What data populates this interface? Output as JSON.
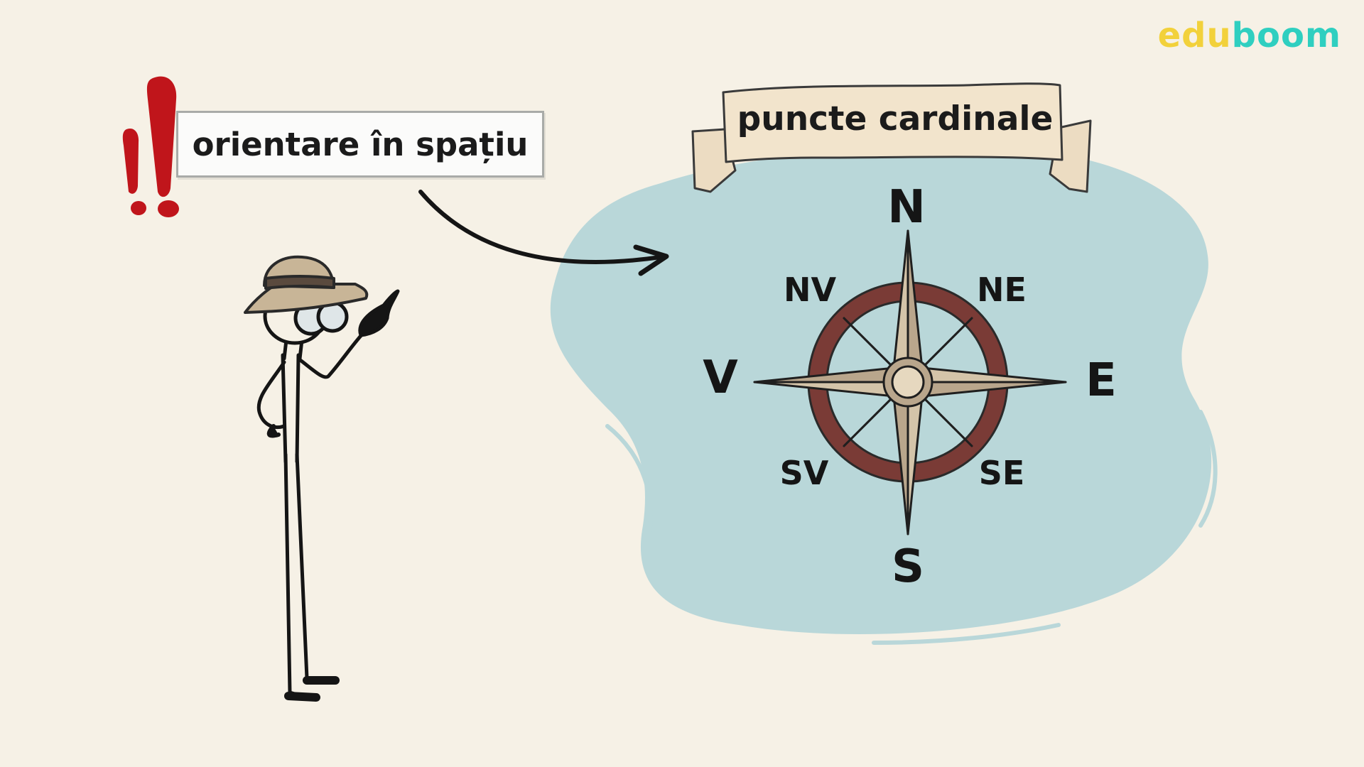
{
  "brand": {
    "part1": "edu",
    "part2": "boom"
  },
  "topic_label": "orientare în spațiu",
  "banner_title": "puncte cardinale",
  "compass": {
    "north": "N",
    "south": "S",
    "east": "E",
    "west": "V",
    "northeast": "NE",
    "northwest": "NV",
    "southeast": "SE",
    "southwest": "SV"
  },
  "colors": {
    "background": "#f6f1e6",
    "water": "#b9d7d9",
    "exclamation": "#c0151b",
    "compass_ring": "#7a3b36",
    "compass_star": "#b9a68c",
    "brand_yellow": "#f2d13b",
    "brand_teal": "#2fcfc0"
  },
  "icons": [
    "exclamation-icon",
    "explorer-character",
    "arrow-icon",
    "compass-rose-icon",
    "scroll-banner"
  ]
}
